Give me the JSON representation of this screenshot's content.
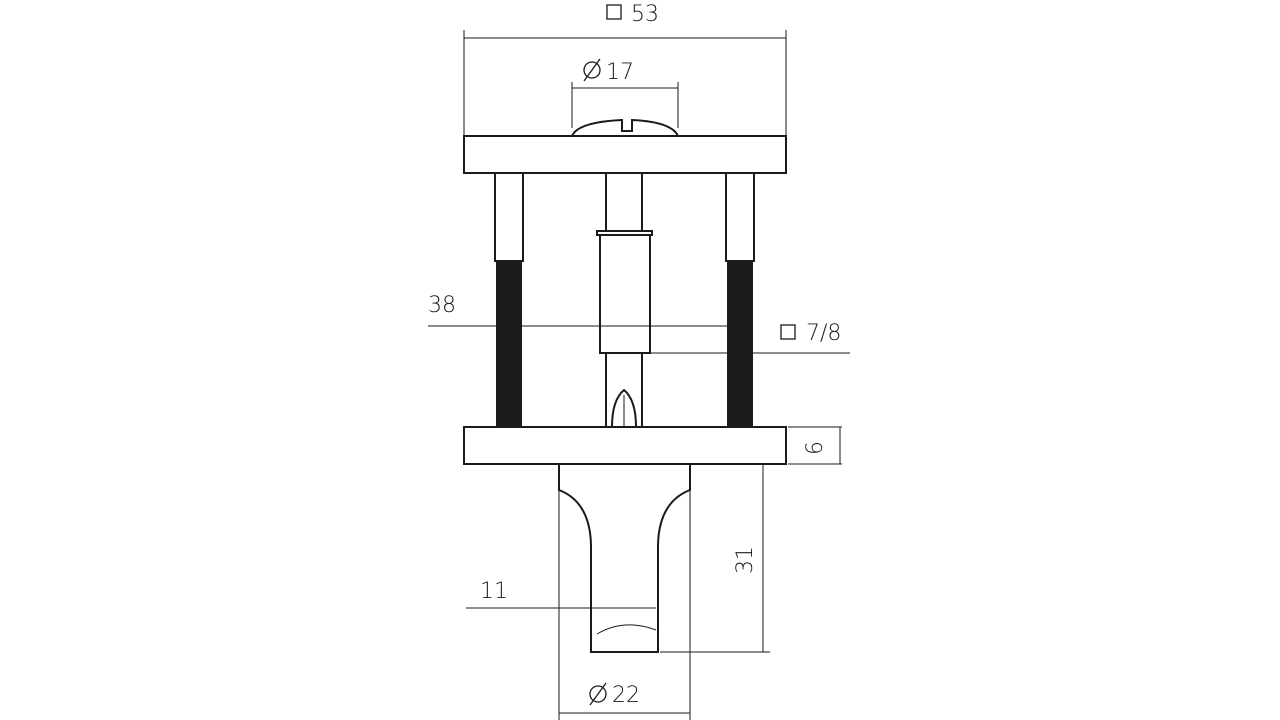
{
  "drawing": {
    "dimensions": {
      "width_square": "53",
      "screw_head_diameter": "17",
      "spindle_length": "38",
      "spindle_square": "7/8",
      "rose_thickness": "6",
      "knob_height": "31",
      "knob_neck": "11",
      "knob_diameter": "22"
    },
    "symbols": {
      "square": "□",
      "diameter": "∅"
    }
  }
}
